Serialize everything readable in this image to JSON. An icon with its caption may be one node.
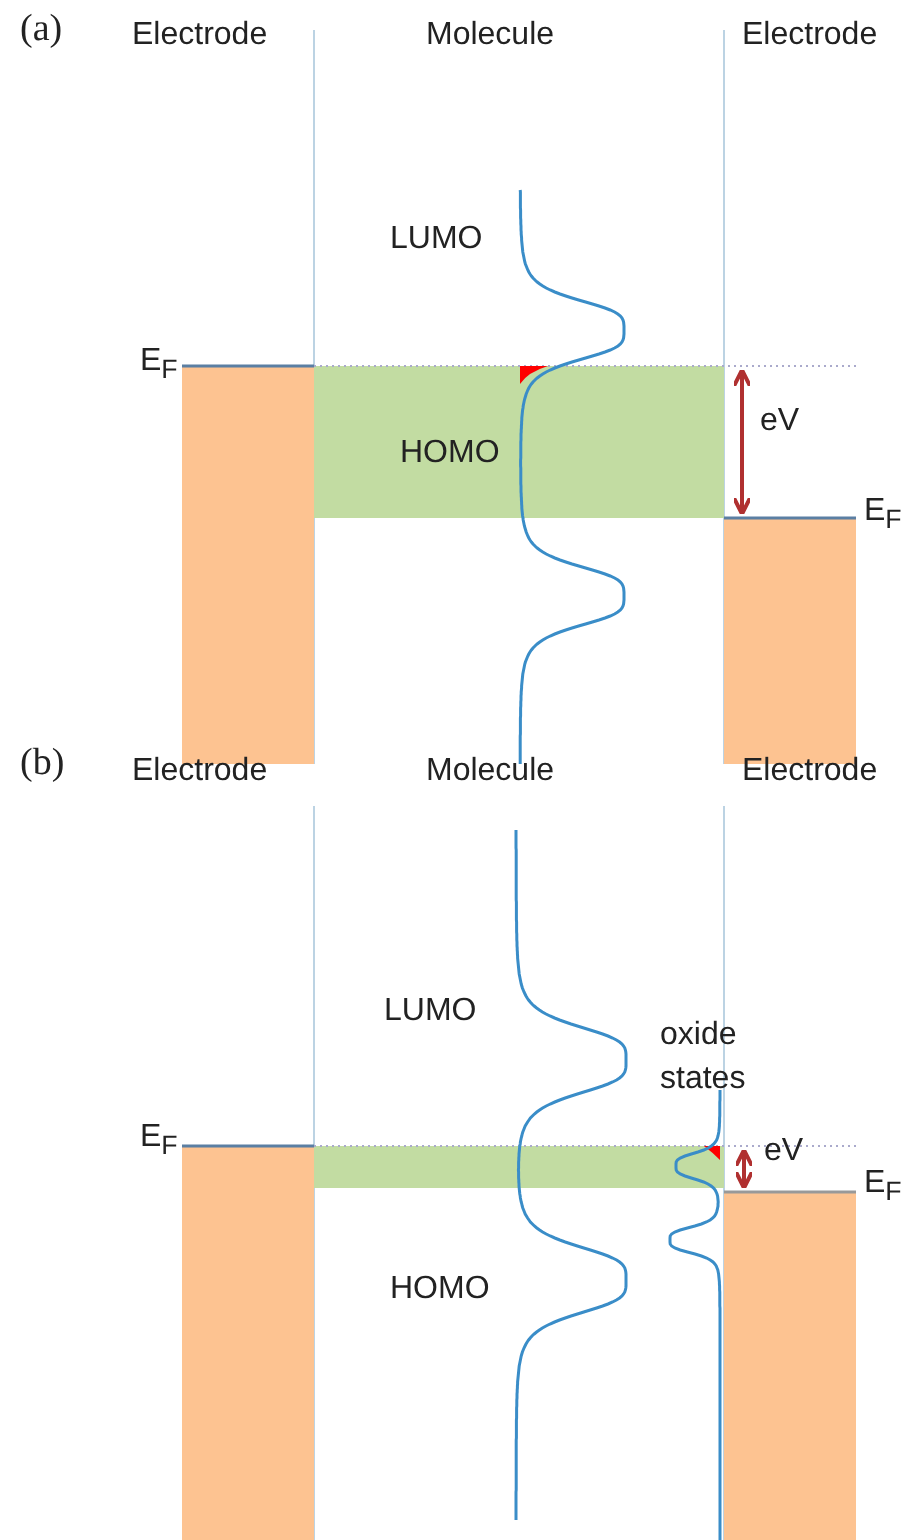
{
  "diagram": {
    "labels": [
      "(a)",
      "Electrode",
      "Molecule",
      "Electrode",
      "LUMO",
      "E$_{F}$",
      "eV",
      "HOMO",
      "E$_{F}$",
      "(b)",
      "Electrode",
      "Molecule",
      "Electrode",
      "LUMO",
      "oxide states",
      "E$_{F}$",
      "eV",
      "E$_{F}$",
      "HOMO"
    ]
  }
}
